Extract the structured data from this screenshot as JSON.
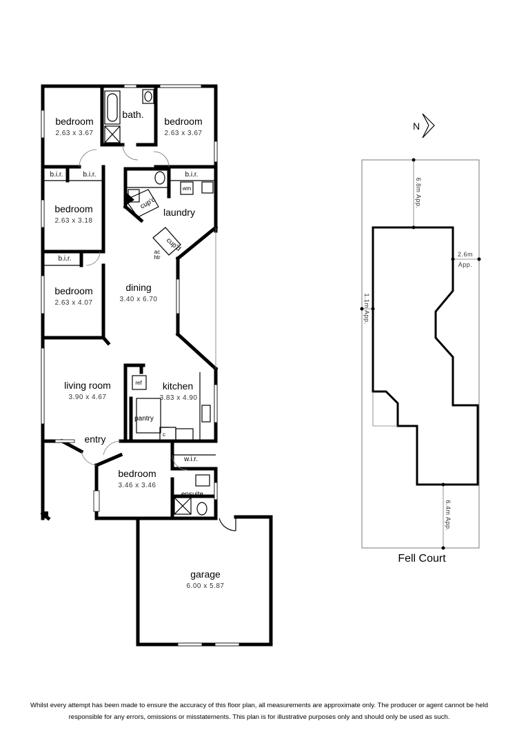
{
  "rooms": {
    "bedroom_1": {
      "name": "bedroom",
      "dim": "2.63  x  3.67"
    },
    "bath": {
      "name": "bath."
    },
    "bedroom_2": {
      "name": "bedroom",
      "dim": "2.63  x  3.67"
    },
    "bir_1": {
      "name": "b.i.r."
    },
    "bir_2": {
      "name": "b.i.r."
    },
    "bir_3": {
      "name": "b.i.r."
    },
    "bir_4": {
      "name": "b.i.r."
    },
    "bedroom_3": {
      "name": "bedroom",
      "dim": "2.63  x  3.18"
    },
    "wm": {
      "name": "wm"
    },
    "cupd_1": {
      "name": "cup'd"
    },
    "laundry": {
      "name": "laundry"
    },
    "cupd_2": {
      "name": "cup'd"
    },
    "ac": {
      "name": "ac"
    },
    "htr": {
      "name": "htr"
    },
    "bedroom_4": {
      "name": "bedroom",
      "dim": "2.63  x  4.07"
    },
    "dining": {
      "name": "dining",
      "dim": "3.40  x  6.70"
    },
    "living": {
      "name": "living room",
      "dim": "3.90  x  4.67"
    },
    "ref": {
      "name": "ref"
    },
    "kitchen": {
      "name": "kitchen",
      "dim": "3.83  x  4.90"
    },
    "pantry": {
      "name": "pantry"
    },
    "c": {
      "name": "c"
    },
    "entry": {
      "name": "entry"
    },
    "wir": {
      "name": "w.i.r."
    },
    "bedroom_5": {
      "name": "bedroom",
      "dim": "3.46  x  3.46"
    },
    "ensuite": {
      "name": "ensuite"
    },
    "garage": {
      "name": "garage",
      "dim": "6.00  x  5.87"
    }
  },
  "site": {
    "north_label": "N",
    "rear_setback": "6.8m  App.",
    "side_setback_left": "1.1m  App.",
    "side_setback_right": "2.6m",
    "side_setback_right_unit": "App.",
    "front_setback": "6.4m  App.",
    "street_name": "Fell Court"
  },
  "disclaimer": "Whilst every attempt has been made to ensure the accuracy of this floor plan, all measurements are approximate only. The producer or agent cannot be held responsible for any errors, omissions or misstatements. This plan is for illustrative purposes only and should only be used as such."
}
